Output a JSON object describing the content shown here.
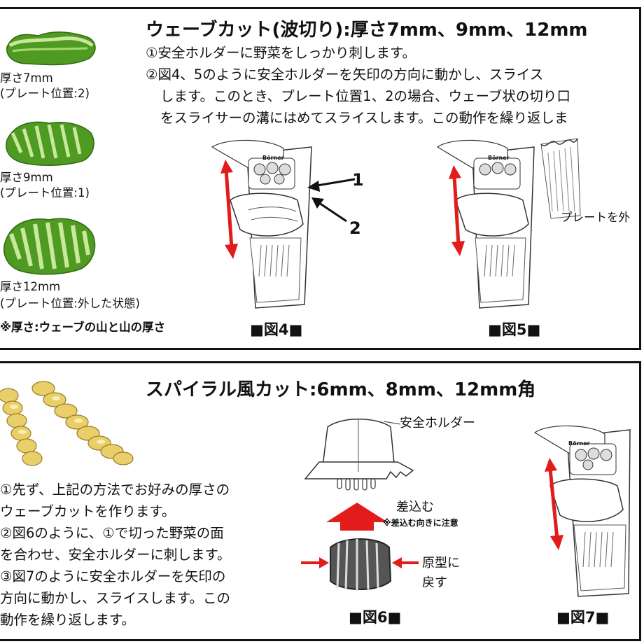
{
  "wave": {
    "title": "ウェーブカット(波切り):厚さ7mm、9mm、12mm",
    "step1": "①安全ホルダーに野菜をしっかり刺します。",
    "step2_line1": "②図4、5のように安全ホルダーを矢印の方向に動かし、スライス",
    "step2_line2": "します。このとき、プレート位置1、2の場合、ウェーブ状の切り口",
    "step2_line3": "をスライサーの溝にはめてスライスします。この動作を繰り返しま",
    "slices": [
      {
        "thickness": "厚さ7mm",
        "plate": "(プレート位置:2)"
      },
      {
        "thickness": "厚さ9mm",
        "plate": "(プレート位置:1)"
      },
      {
        "thickness": "厚さ12mm",
        "plate": "(プレート位置:外した状態)"
      }
    ],
    "note": "※厚さ:ウェーブの山と山の厚さ",
    "fig4_label_1": "1",
    "fig4_label_2": "2",
    "plate_removed": "プレートを外",
    "brand": "Börner",
    "fig4_caption": "■図4■",
    "fig5_caption": "■図5■"
  },
  "spiral": {
    "title": "スパイラル風カット:6mm、8mm、12mm角",
    "step1_line1": "①先ず、上記の方法でお好みの厚さの",
    "step1_line2": "ウェーブカットを作ります。",
    "step2_line1": "②図6のように、①で切った野菜の面",
    "step2_line2": "を合わせ、安全ホルダーに刺します。",
    "step3_line1": "③図7のように安全ホルダーを矢印の",
    "step3_line2": "方向に動かし、スライスします。この",
    "step3_line3": "動作を繰り返します。",
    "holder_label": "安全ホルダー",
    "insert_label": "差込む",
    "insert_note": "※差込む向きに注意",
    "restore_line1": "原型に",
    "restore_line2": "戻す",
    "fig6_caption": "■図6■",
    "fig7_caption": "■図7■"
  },
  "colors": {
    "arrow_red": "#e21b1b",
    "cucumber_green": "#4f9a22",
    "potato_yellow": "#e8cf6a"
  }
}
